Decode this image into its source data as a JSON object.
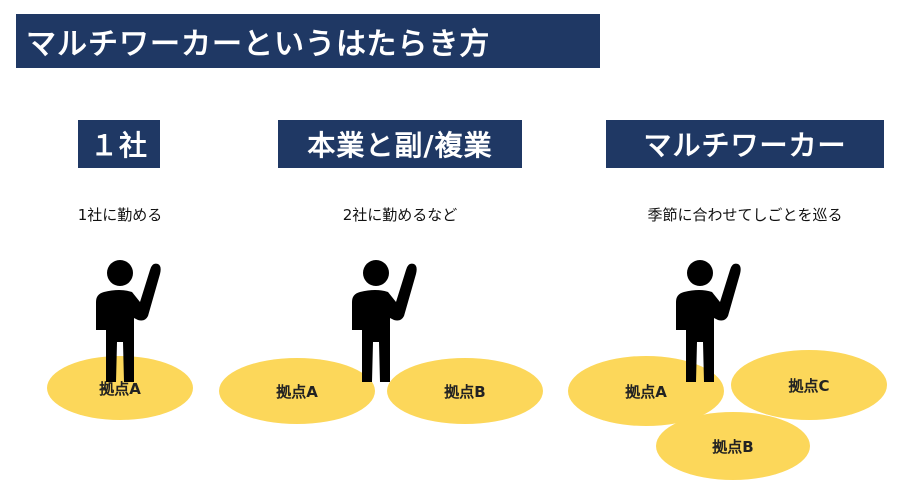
{
  "title": "マルチワーカーというはたらき方",
  "columns": [
    {
      "heading": "１社",
      "description": "1社に勤める",
      "bases": [
        "拠点A"
      ]
    },
    {
      "heading": "本業と副/複業",
      "description": "2社に勤めるなど",
      "bases": [
        "拠点A",
        "拠点B"
      ]
    },
    {
      "heading": "マルチワーカー",
      "description": "季節に合わせてしごとを巡る",
      "bases": [
        "拠点A",
        "拠点C",
        "拠点B"
      ]
    }
  ],
  "colors": {
    "banner": "#1f3864",
    "base": "#fcd75a",
    "person": "#000000"
  },
  "icons": [
    "person-waving-icon"
  ]
}
